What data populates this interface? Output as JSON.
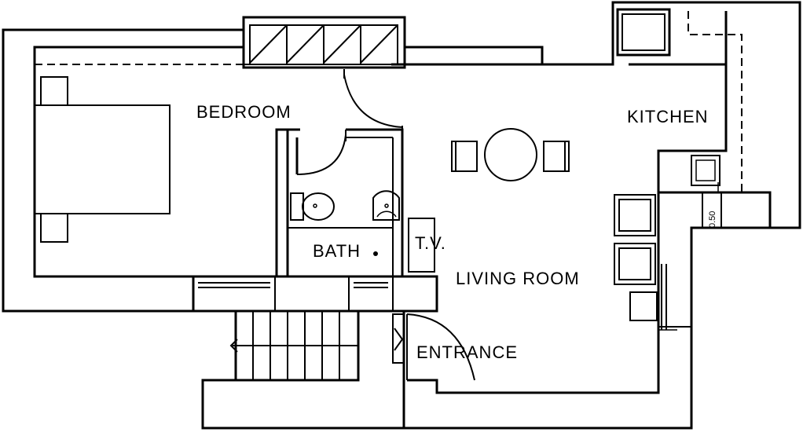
{
  "rooms": {
    "bedroom": "BEDROOM",
    "kitchen": "KITCHEN",
    "bath": "BATH",
    "tv": "T.V.",
    "living_room": "LIVING ROOM",
    "entrance": "ENTRANCE"
  },
  "dimension": "0.50"
}
